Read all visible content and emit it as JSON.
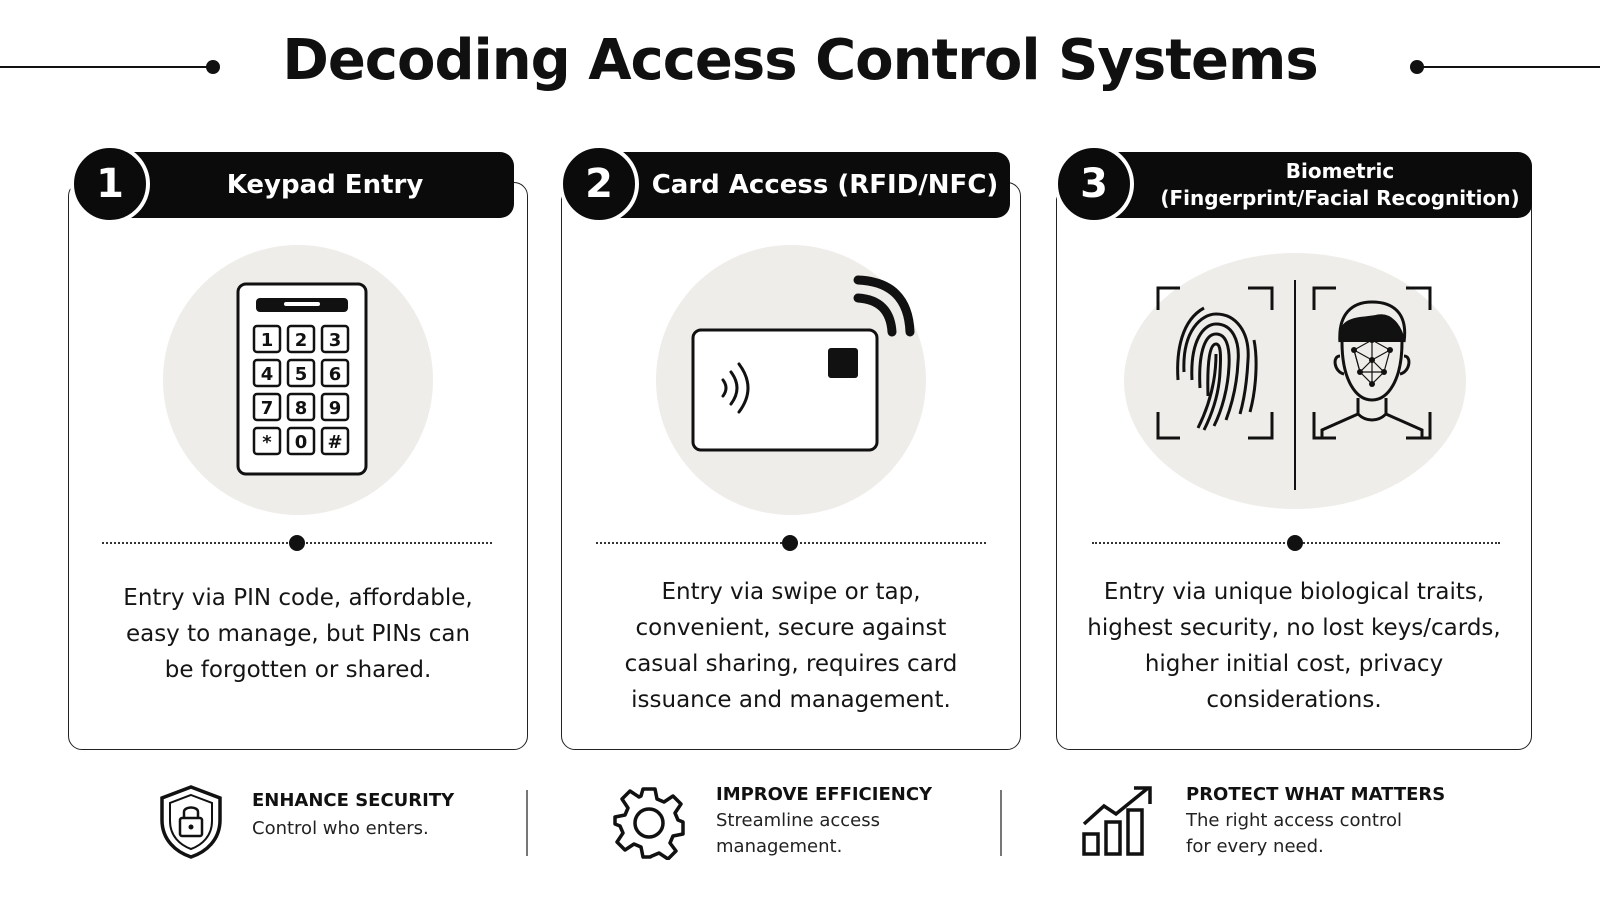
{
  "title": "Decoding Access Control Systems",
  "colors": {
    "ink": "#0b0b0b",
    "illustration_bg": "#efedea",
    "card_border": "#222222"
  },
  "cards": [
    {
      "number": "1",
      "heading": "Keypad Entry",
      "icon": "keypad-icon",
      "keys": [
        "1",
        "2",
        "3",
        "4",
        "5",
        "6",
        "7",
        "8",
        "9",
        "*",
        "0",
        "#"
      ],
      "description": [
        "Entry via PIN code, affordable,",
        "easy to manage, but PINs can",
        "be forgotten or shared."
      ]
    },
    {
      "number": "2",
      "heading": "Card Access (RFID/NFC)",
      "icon": "rfid-card-icon",
      "description": [
        "Entry via swipe or tap,",
        "convenient, secure against",
        "casual sharing, requires card",
        "issuance and management."
      ]
    },
    {
      "number": "3",
      "heading_lines": [
        "Biometric",
        "(Fingerprint/Facial Recognition)"
      ],
      "icon": "biometric-icon",
      "description": [
        "Entry via unique biological traits,",
        "highest security, no lost keys/cards,",
        "higher initial cost, privacy",
        "considerations."
      ]
    }
  ],
  "footer": [
    {
      "icon": "shield-lock-icon",
      "title": "ENHANCE SECURITY",
      "lines": [
        "Control who enters."
      ]
    },
    {
      "icon": "gear-icon",
      "title": "IMPROVE EFFICIENCY",
      "lines": [
        "Streamline access",
        "management."
      ]
    },
    {
      "icon": "growth-chart-icon",
      "title": "PROTECT WHAT MATTERS",
      "lines": [
        "The right access control",
        "for every need."
      ]
    }
  ]
}
